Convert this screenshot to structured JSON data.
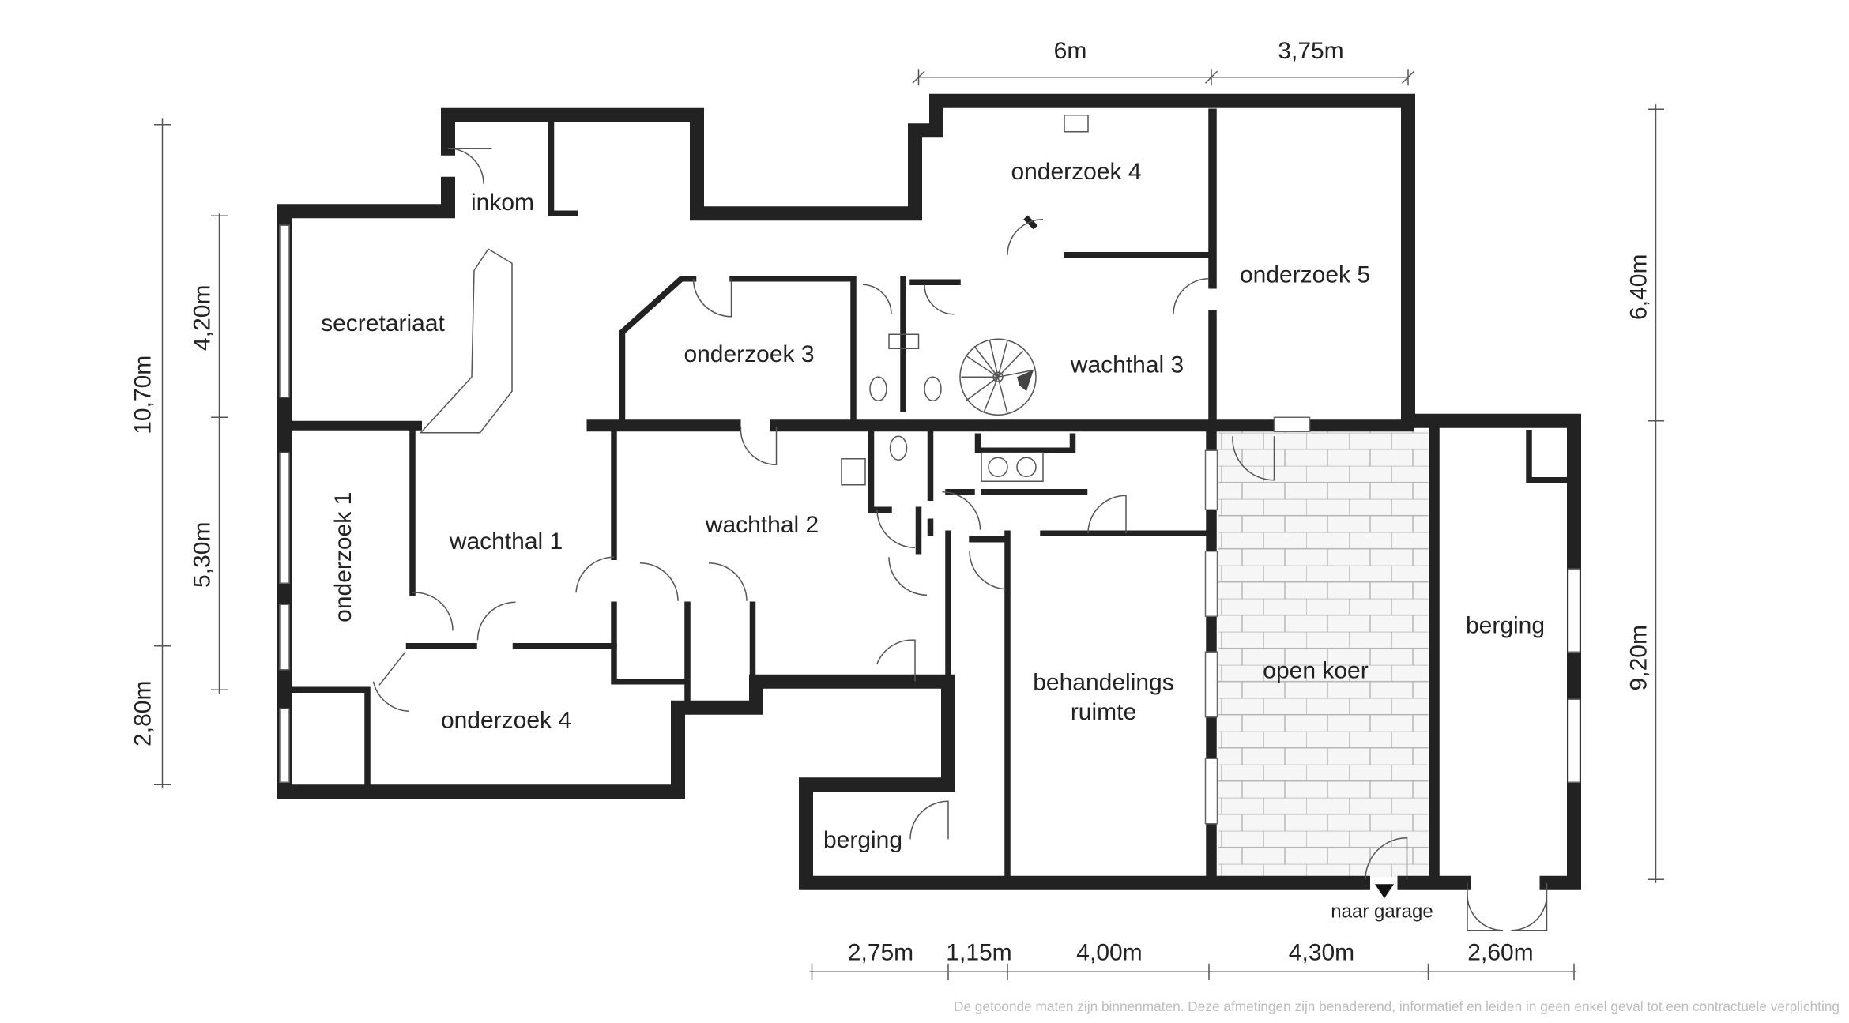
{
  "rooms": {
    "inkom": "inkom",
    "secretariaat": "secretariaat",
    "onderzoek3": "onderzoek 3",
    "onderzoek4_top": "onderzoek 4",
    "onderzoek5": "onderzoek 5",
    "wachthal3": "wachthal 3",
    "onderzoek1": "onderzoek 1",
    "wachthal1": "wachthal 1",
    "wachthal2": "wachthal 2",
    "onderzoek4_bottom": "onderzoek 4",
    "behandelings_line1": "behandelings",
    "behandelings_line2": "ruimte",
    "open_koer": "open koer",
    "berging_right": "berging",
    "berging_small": "berging",
    "naar_garage": "naar garage"
  },
  "dimensions": {
    "top": [
      "6m",
      "3,75m"
    ],
    "left_outer": [
      "10,70m",
      "2,80m"
    ],
    "left_inner": [
      "4,20m",
      "5,30m"
    ],
    "right": [
      "6,40m",
      "9,20m"
    ],
    "bottom": [
      "2,75m",
      "1,15m",
      "4,00m",
      "4,30m",
      "2,60m"
    ]
  },
  "footer": "De getoonde maten zijn binnenmaten. Deze afmetingen zijn benaderend, informatief en leiden in geen enkel geval tot een contractuele verplichting",
  "colors": {
    "wall": "#222222",
    "tile": "#f6f6f6",
    "tile_line": "#a8a8a8",
    "footer": "#bdbdbd"
  }
}
